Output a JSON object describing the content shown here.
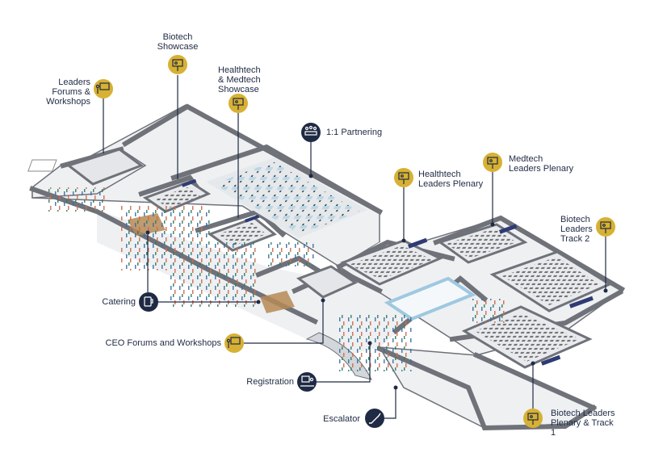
{
  "colors": {
    "gold": "#d7b133",
    "navy": "#1f2a44",
    "wall": "#6f7279",
    "wall_light": "#9a9da4",
    "floor": "#eef0f2",
    "carpet": "#b68a55",
    "screen": "#2f3b73",
    "glass": "#9ec8e0"
  },
  "legend": [
    {
      "id": "biotech-showcase",
      "label": "Biotech\nShowcase",
      "icon": "presentation-board-icon",
      "style": "gold"
    },
    {
      "id": "leaders-forums",
      "label": "Leaders\nForums &\nWorkshops",
      "icon": "presenter-icon",
      "style": "gold"
    },
    {
      "id": "healthtech-showcase",
      "label": "Healthtech\n& Medtech\nShowcase",
      "icon": "presentation-board-icon",
      "style": "gold"
    },
    {
      "id": "partnering",
      "label": "1:1 Partnering",
      "icon": "meeting-table-icon",
      "style": "navy"
    },
    {
      "id": "healthtech-plenary",
      "label": "Healthtech\nLeaders Plenary",
      "icon": "presentation-board-icon",
      "style": "gold"
    },
    {
      "id": "medtech-plenary",
      "label": "Medtech\nLeaders Plenary",
      "icon": "presentation-board-icon",
      "style": "gold"
    },
    {
      "id": "biotech-track2",
      "label": "Biotech\nLeaders\nTrack 2",
      "icon": "presentation-board-icon",
      "style": "gold"
    },
    {
      "id": "catering",
      "label": "Catering",
      "icon": "coffee-cup-icon",
      "style": "navy"
    },
    {
      "id": "ceo-forums",
      "label": "CEO Forums and Workshops",
      "icon": "presenter-icon",
      "style": "gold"
    },
    {
      "id": "registration",
      "label": "Registration",
      "icon": "registration-desk-icon",
      "style": "navy"
    },
    {
      "id": "escalator",
      "label": "Escalator",
      "icon": "escalator-icon",
      "style": "navy"
    },
    {
      "id": "biotech-plenary-track1",
      "label": "Biotech  Leaders\nPlenary  &  Track\n1",
      "icon": "presentation-board-icon",
      "style": "gold"
    }
  ]
}
